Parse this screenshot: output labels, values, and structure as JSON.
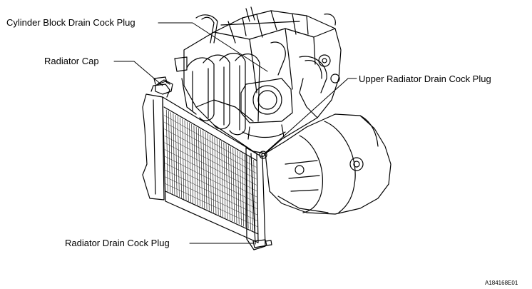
{
  "labels": {
    "cylinder_block": "Cylinder Block Drain Cock Plug",
    "radiator_cap": "Radiator Cap",
    "upper_radiator": "Upper Radiator Drain Cock Plug",
    "radiator_drain": "Radiator Drain Cock Plug"
  },
  "figure_code": "A184168E01"
}
